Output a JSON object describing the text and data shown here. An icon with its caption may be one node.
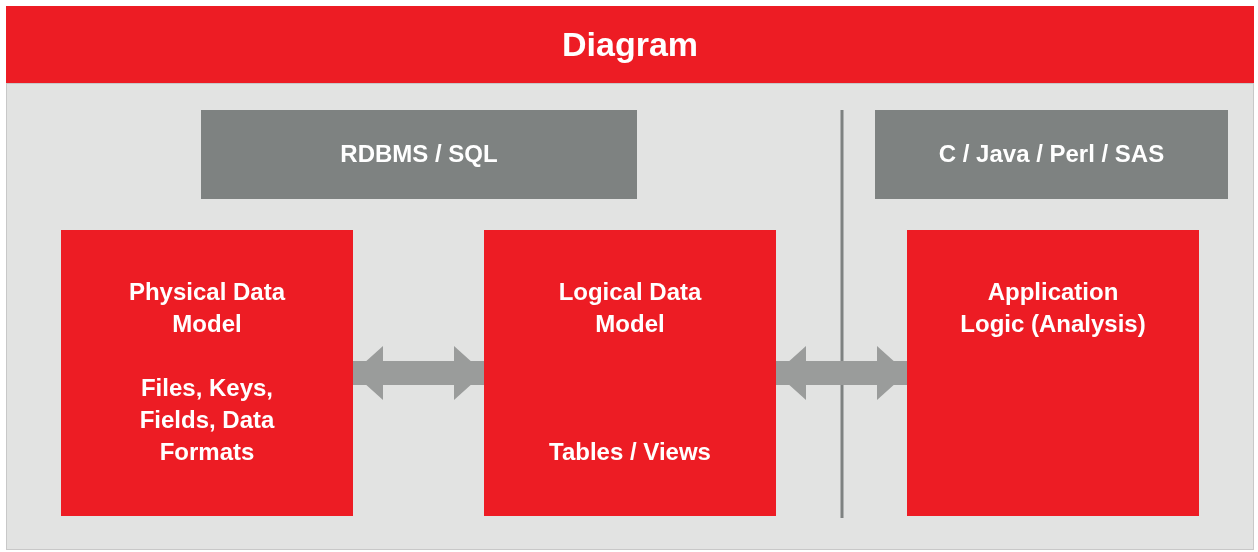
{
  "diagram": {
    "title": "Diagram",
    "nodes": [
      {
        "text": [
          "RDBMS / SQL"
        ]
      },
      {
        "text": [
          "C / Java / Perl / SAS"
        ]
      },
      {
        "text": [
          "Physical Data Model",
          "Files, Keys, Fields, Data Formats"
        ]
      },
      {
        "text": [
          "Logical Data Model",
          "Tables / Views"
        ]
      },
      {
        "text": [
          "Application Logic (Analysis)"
        ]
      }
    ],
    "edges": [
      {
        "from": 2,
        "to": 3,
        "arrow": "both"
      },
      {
        "from": 3,
        "to": 4,
        "arrow": "both"
      }
    ]
  }
}
